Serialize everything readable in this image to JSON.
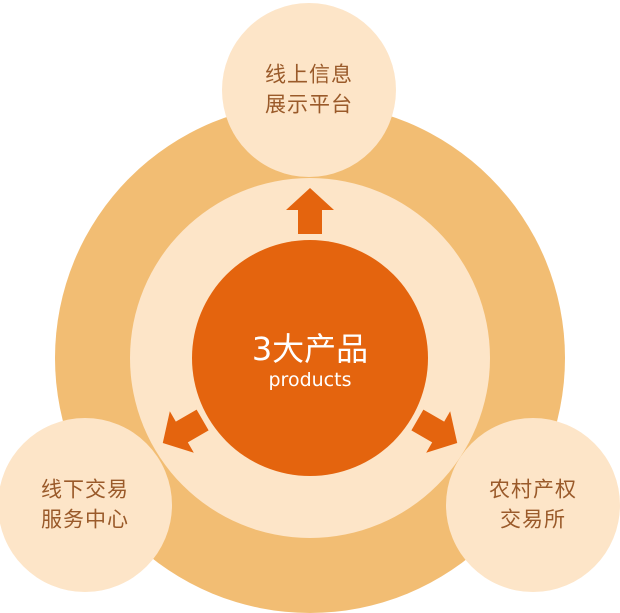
{
  "colors": {
    "outer_ring": "#f2bd73",
    "middle_ring": "#fde5c8",
    "core": "#e4640e",
    "satellite": "#fde5c8",
    "arrow": "#e4640e",
    "satellite_text": "#9a5a2a",
    "core_text": "#ffffff"
  },
  "center": {
    "title": "3大产品",
    "subtitle": "products"
  },
  "nodes": {
    "top": {
      "line1": "线上信息",
      "line2": "展示平台"
    },
    "left": {
      "line1": "线下交易",
      "line2": "服务中心"
    },
    "right": {
      "line1": "农村产权",
      "line2": "交易所"
    }
  }
}
